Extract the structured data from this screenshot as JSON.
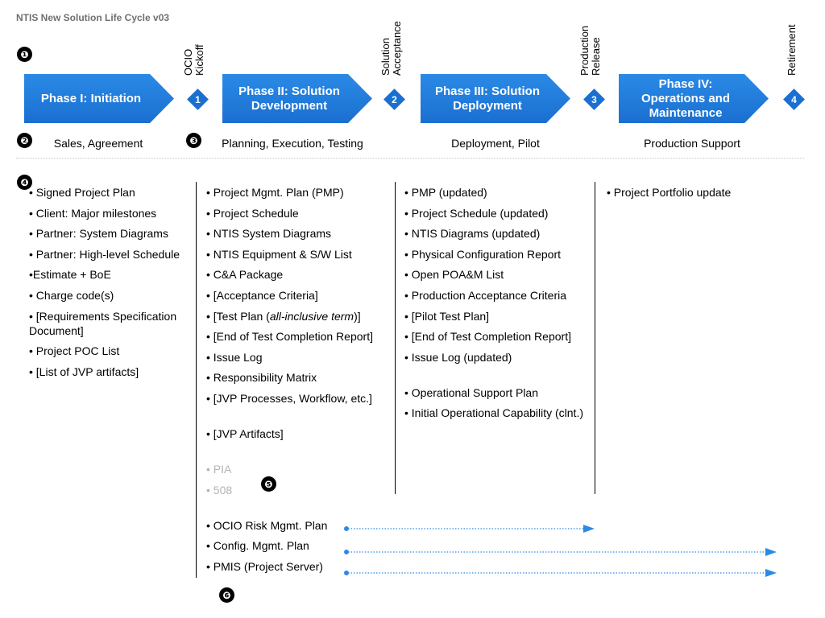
{
  "title": "NTIS New Solution Life Cycle v03",
  "markers": [
    "❶",
    "❷",
    "❸",
    "❹",
    "❺",
    "❻"
  ],
  "phases": [
    {
      "label": "Phase I: Initiation"
    },
    {
      "label": "Phase II: Solution\nDevelopment"
    },
    {
      "label": "Phase III: Solution\nDeployment"
    },
    {
      "label": "Phase IV:\nOperations and\nMaintenance"
    }
  ],
  "milestones": [
    {
      "number": "1",
      "label": "OCIO\nKickoff"
    },
    {
      "number": "2",
      "label": "Solution\nAcceptance"
    },
    {
      "number": "3",
      "label": "Production\nRelease"
    },
    {
      "number": "4",
      "label": "Retirement"
    }
  ],
  "activities": [
    "Sales, Agreement",
    "Planning, Execution, Testing",
    "Deployment, Pilot",
    "Production Support"
  ],
  "columns": [
    {
      "items": [
        "• Signed Project Plan",
        "• Client: Major milestones",
        "• Partner: System Diagrams",
        "• Partner: High-level Schedule",
        "•Estimate + BoE",
        "• Charge code(s)",
        "•  [Requirements Specification Document]",
        "• Project POC List",
        "• [List of JVP artifacts]"
      ]
    },
    {
      "items": [
        "• Project Mgmt. Plan (PMP)",
        "• Project Schedule",
        "• NTIS System Diagrams",
        "• NTIS Equipment & S/W List",
        "• C&A Package",
        "• [Acceptance Criteria]",
        "• [Test Plan (",
        "• [End of Test Completion Report]",
        "• Issue Log",
        "• Responsibility Matrix",
        "• [JVP Processes, Workflow, etc.]",
        "• [JVP Artifacts]",
        "• PIA",
        "• 508",
        "• OCIO Risk Mgmt. Plan",
        "• Config. Mgmt. Plan",
        "• PMIS (Project Server)"
      ],
      "test_plan_italic": "all-inclusive term",
      "test_plan_suffix": ")]"
    },
    {
      "items": [
        "• PMP (updated)",
        "• Project Schedule (updated)",
        "• NTIS Diagrams (updated)",
        "• Physical Configuration Report",
        "• Open POA&M List",
        "• Production Acceptance Criteria",
        "• [Pilot Test Plan]",
        "• [End of Test Completion Report]",
        "• Issue Log (updated)",
        "• Operational Support Plan",
        "• Initial Operational Capability (clnt.)"
      ]
    },
    {
      "items": [
        "• Project Portfolio update"
      ]
    }
  ],
  "colors": {
    "phase": "#1a6fd0",
    "arrow": "#2b8ae6",
    "title": "#707070"
  }
}
